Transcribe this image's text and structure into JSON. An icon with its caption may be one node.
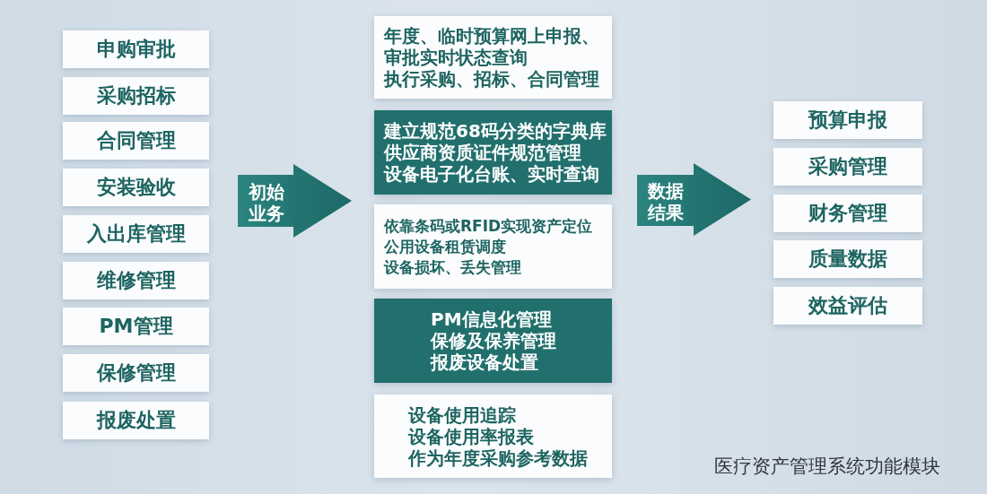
{
  "diagram": {
    "caption": "医疗资产管理系统功能模块",
    "nodes": [
      {
        "text": [
          "申购审批"
        ]
      },
      {
        "text": [
          "采购招标"
        ]
      },
      {
        "text": [
          "合同管理"
        ]
      },
      {
        "text": [
          "安装验收"
        ]
      },
      {
        "text": [
          "入出库管理"
        ]
      },
      {
        "text": [
          "维修管理"
        ]
      },
      {
        "text": [
          "PM管理"
        ]
      },
      {
        "text": [
          "保修管理"
        ]
      },
      {
        "text": [
          "报废处置"
        ]
      },
      {
        "text": [
          "初始业务"
        ]
      },
      {
        "text": [
          "年度、临时预算网上申报、审批实时状态查询",
          "执行采购、招标、合同管理"
        ]
      },
      {
        "text": [
          "建立规范68码分类的字典库",
          "供应商资质证件规范管理",
          "设备电子化台账、实时查询"
        ]
      },
      {
        "text": [
          "依靠条码或RFID实现资产定位",
          "公用设备租赁调度",
          "设备损坏、丢失管理"
        ]
      },
      {
        "text": [
          "PM信息化管理",
          "保修及保养管理",
          "报废设备处置"
        ]
      },
      {
        "text": [
          "设备使用追踪",
          "设备使用率报表",
          "作为年度采购参考数据"
        ]
      },
      {
        "text": [
          "数据结果"
        ]
      },
      {
        "text": [
          "预算申报"
        ]
      },
      {
        "text": [
          "采购管理"
        ]
      },
      {
        "text": [
          "财务管理"
        ]
      },
      {
        "text": [
          "质量数据"
        ]
      },
      {
        "text": [
          "效益评估"
        ]
      }
    ]
  }
}
